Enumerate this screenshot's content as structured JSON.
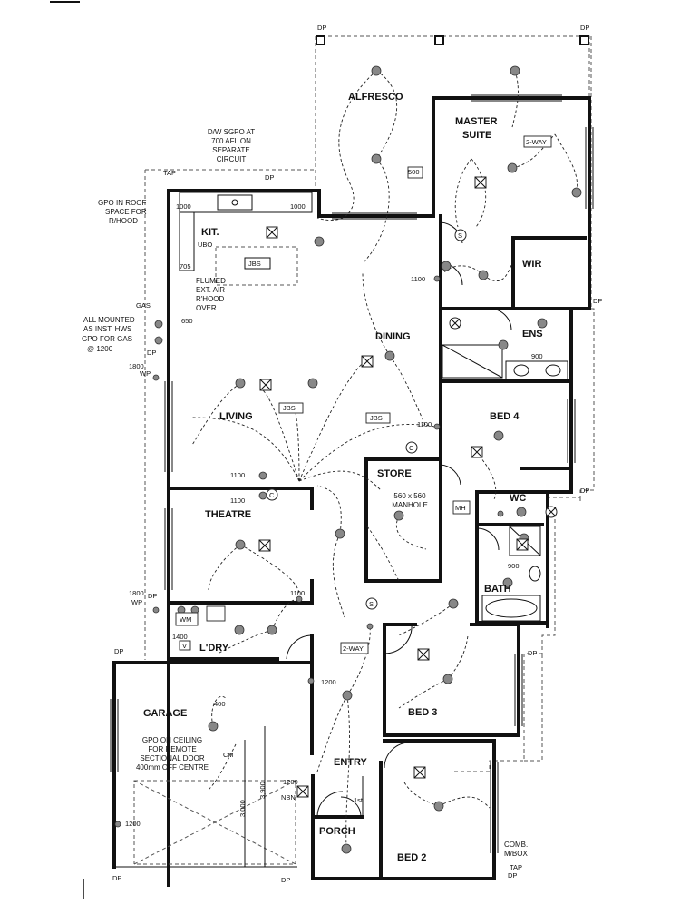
{
  "rooms": {
    "alfresco": "ALFRESCO",
    "master_suite_1": "MASTER",
    "master_suite_2": "SUITE",
    "wir": "WIR",
    "ens": "ENS",
    "kit": "KIT.",
    "dining": "DINING",
    "living": "LIVING",
    "bed4": "BED 4",
    "store": "STORE",
    "wc": "WC",
    "theatre": "THEATRE",
    "bath": "BATH",
    "ldry": "L'DRY",
    "garage": "GARAGE",
    "bed3": "BED 3",
    "entry": "ENTRY",
    "porch": "PORCH",
    "bed2": "BED 2"
  },
  "notes": {
    "dw_sgpo": [
      "D/W SGPO AT",
      "700 AFL ON",
      "SEPARATE",
      "CIRCUIT"
    ],
    "gpo_roof": [
      "GPO IN ROOF",
      "SPACE FOR",
      "R/HOOD"
    ],
    "flumed": [
      "FLUMED",
      "EXT. AIR",
      "R'HOOD",
      "OVER"
    ],
    "all_mounted": [
      "ALL MOUNTED",
      "AS INST. HWS"
    ],
    "gpo_gas": "GPO FOR GAS",
    "at_1200": "@ 1200",
    "manhole": [
      "560 x 560",
      "MANHOLE"
    ],
    "gpo_ceiling": [
      "GPO ON CEILING",
      "FOR REMOTE",
      "SECTIONAL DOOR",
      "400mm OFF CENTRE"
    ],
    "comb": [
      "COMB.",
      "M/BOX"
    ]
  },
  "labels": {
    "dp": "DP",
    "tap": "TAP",
    "gas": "GAS",
    "wp": "WP",
    "ubo": "UBO",
    "jbs": "JBS",
    "mh": "MH",
    "two_way": "2-WAY",
    "wm": "WM",
    "cm": "CM",
    "nbn": "NBN",
    "first": "1st",
    "s": "S",
    "c": "C",
    "v": "V"
  },
  "dims": {
    "d500": "500",
    "d1000": "1000",
    "d705": "705",
    "d650": "650",
    "d1100": "1100",
    "d1800": "1800",
    "d900": "900",
    "d1400": "1400",
    "d1200": "1200",
    "d400": "400",
    "d3000": "3,000",
    "d3900": "3,900"
  }
}
